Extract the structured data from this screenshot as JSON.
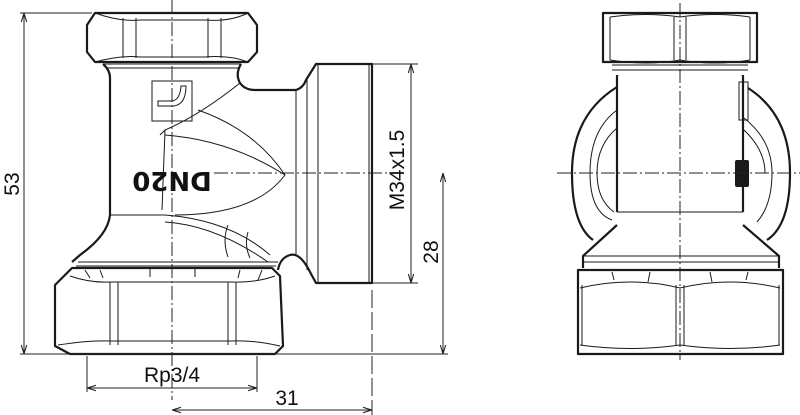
{
  "drawing": {
    "type": "technical-drawing",
    "subject": "angle radiator valve connector",
    "views": [
      "side-view",
      "front-view"
    ],
    "marking": "DN20",
    "marking_rotated_180": true,
    "dimensions": {
      "overall_height": "53",
      "outlet_thread": "M34x1.5",
      "outlet_center_height": "28",
      "inlet_thread": "Rp3/4",
      "outlet_offset": "31"
    },
    "colors": {
      "line": "#1a1a1a",
      "background": "#ffffff"
    }
  }
}
